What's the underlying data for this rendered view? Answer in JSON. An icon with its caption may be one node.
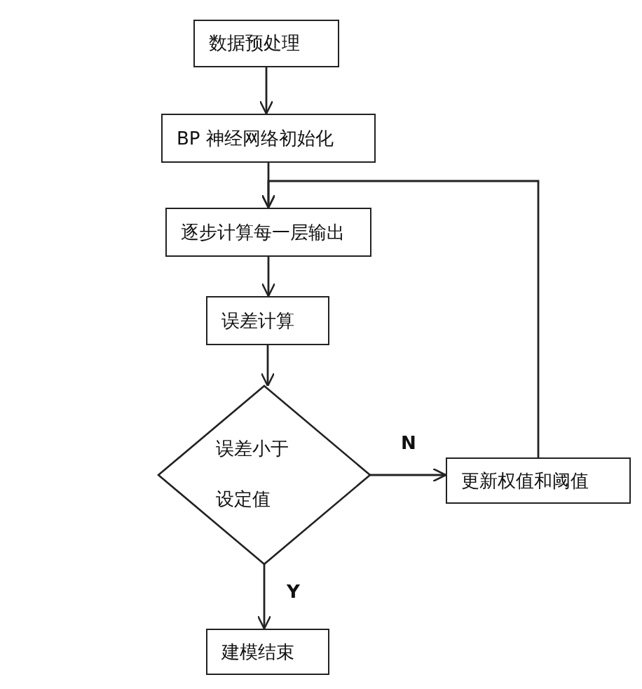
{
  "diagram": {
    "nodes": [
      {
        "text": [
          "数据预处理"
        ]
      },
      {
        "text": [
          "BP 神经网络初始化"
        ]
      },
      {
        "text": [
          "逐步计算每一层输出"
        ]
      },
      {
        "text": [
          "误差计算"
        ]
      },
      {
        "text": [
          "误差小于设定值"
        ]
      },
      {
        "text": [
          "更新权值和阈值"
        ]
      },
      {
        "text": [
          "建模结束"
        ]
      }
    ],
    "edges": [
      {
        "from": 0,
        "to": 1,
        "arrow": "to"
      },
      {
        "from": 1,
        "to": 2,
        "arrow": "to"
      },
      {
        "from": 2,
        "to": 3,
        "arrow": "to"
      },
      {
        "from": 3,
        "to": 4,
        "arrow": "to"
      },
      {
        "from": 4,
        "to": 5,
        "arrow": "to",
        "label": "N"
      },
      {
        "from": 5,
        "to": 2,
        "arrow": "to"
      },
      {
        "from": 4,
        "to": 6,
        "arrow": "to",
        "label": "Y"
      }
    ]
  }
}
